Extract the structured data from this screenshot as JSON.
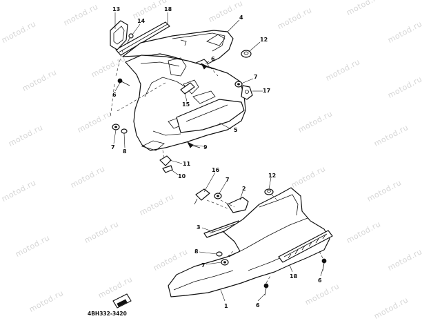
{
  "watermark": "motod.ru",
  "diagram_code": "4BH332-3420",
  "callouts": {
    "c13": "13",
    "c14": "14",
    "c18a": "18",
    "c4": "4",
    "c12a": "12",
    "c6a": "6",
    "c6b": "6",
    "c7a": "7",
    "c17": "17",
    "c15": "15",
    "c5": "5",
    "c7b": "7",
    "c8a": "8",
    "c9": "9",
    "c11": "11",
    "c10": "10",
    "c16": "16",
    "c7c": "7",
    "c2": "2",
    "c12b": "12",
    "c3": "3",
    "c8b": "8",
    "c7d": "7",
    "c6c": "6",
    "c18b": "18",
    "c6d": "6",
    "c1": "1"
  }
}
